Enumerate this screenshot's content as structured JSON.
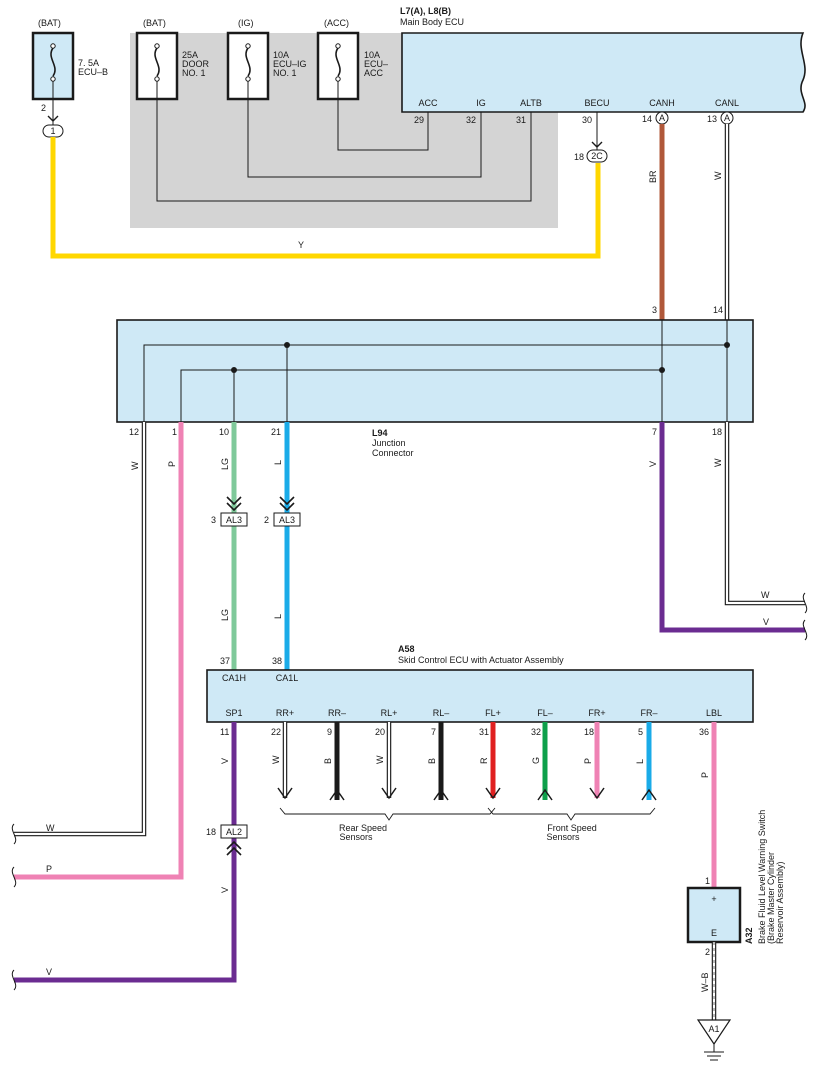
{
  "fuses": [
    {
      "source": "(BAT)",
      "rating": "7. 5A",
      "name": "ECU–B",
      "name2": ""
    },
    {
      "source": "(BAT)",
      "rating": "25A",
      "name": "DOOR",
      "name2": "NO. 1"
    },
    {
      "source": "(IG)",
      "rating": "10A",
      "name": "ECU–IG",
      "name2": "NO. 1"
    },
    {
      "source": "(ACC)",
      "rating": "10A",
      "name": "ECU–",
      "name2": "ACC"
    }
  ],
  "fuse_pins": {
    "ecub": "2",
    "ecub_conn": "1"
  },
  "main_ecu": {
    "code": "L7(A), L8(B)",
    "name": "Main Body ECU",
    "terminals": [
      {
        "name": "ACC",
        "pin": "29"
      },
      {
        "name": "IG",
        "pin": "32"
      },
      {
        "name": "ALTB",
        "pin": "31"
      },
      {
        "name": "BECU",
        "pin": "30"
      },
      {
        "name": "CANH",
        "pin": "14"
      },
      {
        "name": "CANL",
        "pin": "13"
      }
    ],
    "conn_canh": "A",
    "conn_canl": "A",
    "becu_conn": "2C",
    "becu_conn_pin": "18"
  },
  "junction": {
    "code": "L94",
    "name": "Junction",
    "name2": "Connector",
    "top_pins": [
      "3",
      "14"
    ],
    "bottom_pins": [
      "12",
      "1",
      "10",
      "21",
      "7",
      "18"
    ]
  },
  "wire_colors": {
    "y": "Y",
    "br": "BR",
    "w": "W",
    "p": "P",
    "lg": "LG",
    "l": "L",
    "v": "V",
    "b": "B",
    "r": "R",
    "g": "G",
    "wb": "W–B"
  },
  "connectors": {
    "al3": "AL3",
    "al3_pin_lg": "3",
    "al3_pin_l": "2",
    "al2": "AL2",
    "al2_pin": "18",
    "a1": "A1"
  },
  "skid_ecu": {
    "code": "A58",
    "name": "Skid Control ECU with Actuator Assembly",
    "top_terminals": [
      {
        "name": "CA1H",
        "pin": "37"
      },
      {
        "name": "CA1L",
        "pin": "38"
      }
    ],
    "bottom_terminals": [
      {
        "name": "SP1",
        "pin": "11"
      },
      {
        "name": "RR+",
        "pin": "22"
      },
      {
        "name": "RR–",
        "pin": "9"
      },
      {
        "name": "RL+",
        "pin": "20"
      },
      {
        "name": "RL–",
        "pin": "7"
      },
      {
        "name": "FL+",
        "pin": "31"
      },
      {
        "name": "FL–",
        "pin": "32"
      },
      {
        "name": "FR+",
        "pin": "18"
      },
      {
        "name": "FR–",
        "pin": "5"
      },
      {
        "name": "LBL",
        "pin": "36"
      }
    ]
  },
  "sensor_groups": [
    {
      "line1": "Rear Speed",
      "line2": "Sensors"
    },
    {
      "line1": "Front Speed",
      "line2": "Sensors"
    }
  ],
  "switch": {
    "code": "A32",
    "name": "Brake Fluid Level Warning Switch",
    "sub1": "(Brake Master Cylinder",
    "sub2": "Reservoir Assembly)",
    "plus": "+",
    "e": "E",
    "pin_top": "1",
    "pin_bottom": "2"
  },
  "colors": {
    "yellow": "#ffd700",
    "brown": "#b0583a",
    "pink": "#ef82b4",
    "lightgreen": "#7fc99a",
    "blue": "#1aabe8",
    "violet": "#6b2c91",
    "red": "#e02020",
    "green": "#0da04a",
    "black": "#1a1a1a",
    "gray": "#d4d4d4",
    "ecu_fill": "#cfe9f6"
  }
}
